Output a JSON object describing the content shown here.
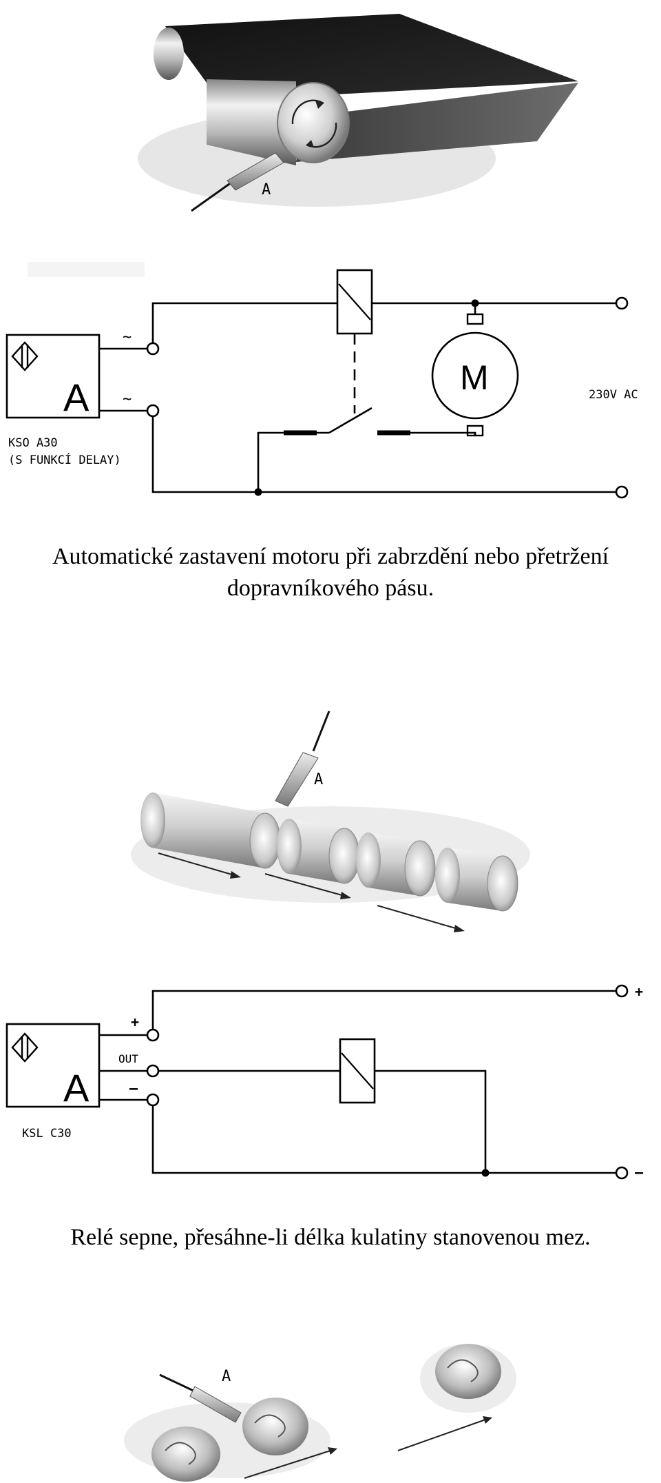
{
  "figure1": {
    "illustration_label": "A",
    "sensor_letter": "A",
    "motor_letter": "M",
    "sensor_model": "KSO A30",
    "sensor_note": "(S FUNKCÍ DELAY)",
    "ac_symbol_top": "~",
    "ac_symbol_bottom": "~",
    "supply_label": "230V AC"
  },
  "caption1": {
    "line1": "Automatické zastavení motoru při zabrzdění nebo přetržení",
    "line2": "dopravníkového pásu."
  },
  "figure2": {
    "illustration_label": "A",
    "sensor_letter": "A",
    "sensor_model": "KSL C30",
    "terminal_plus": "+",
    "terminal_out": "OUT",
    "terminal_minus": "–",
    "supply_plus": "+",
    "supply_minus": "–"
  },
  "caption2": {
    "text": "Relé sepne, přesáhne-li délka kulatiny stanovenou mez."
  },
  "figure3": {
    "illustration_label": "A"
  }
}
